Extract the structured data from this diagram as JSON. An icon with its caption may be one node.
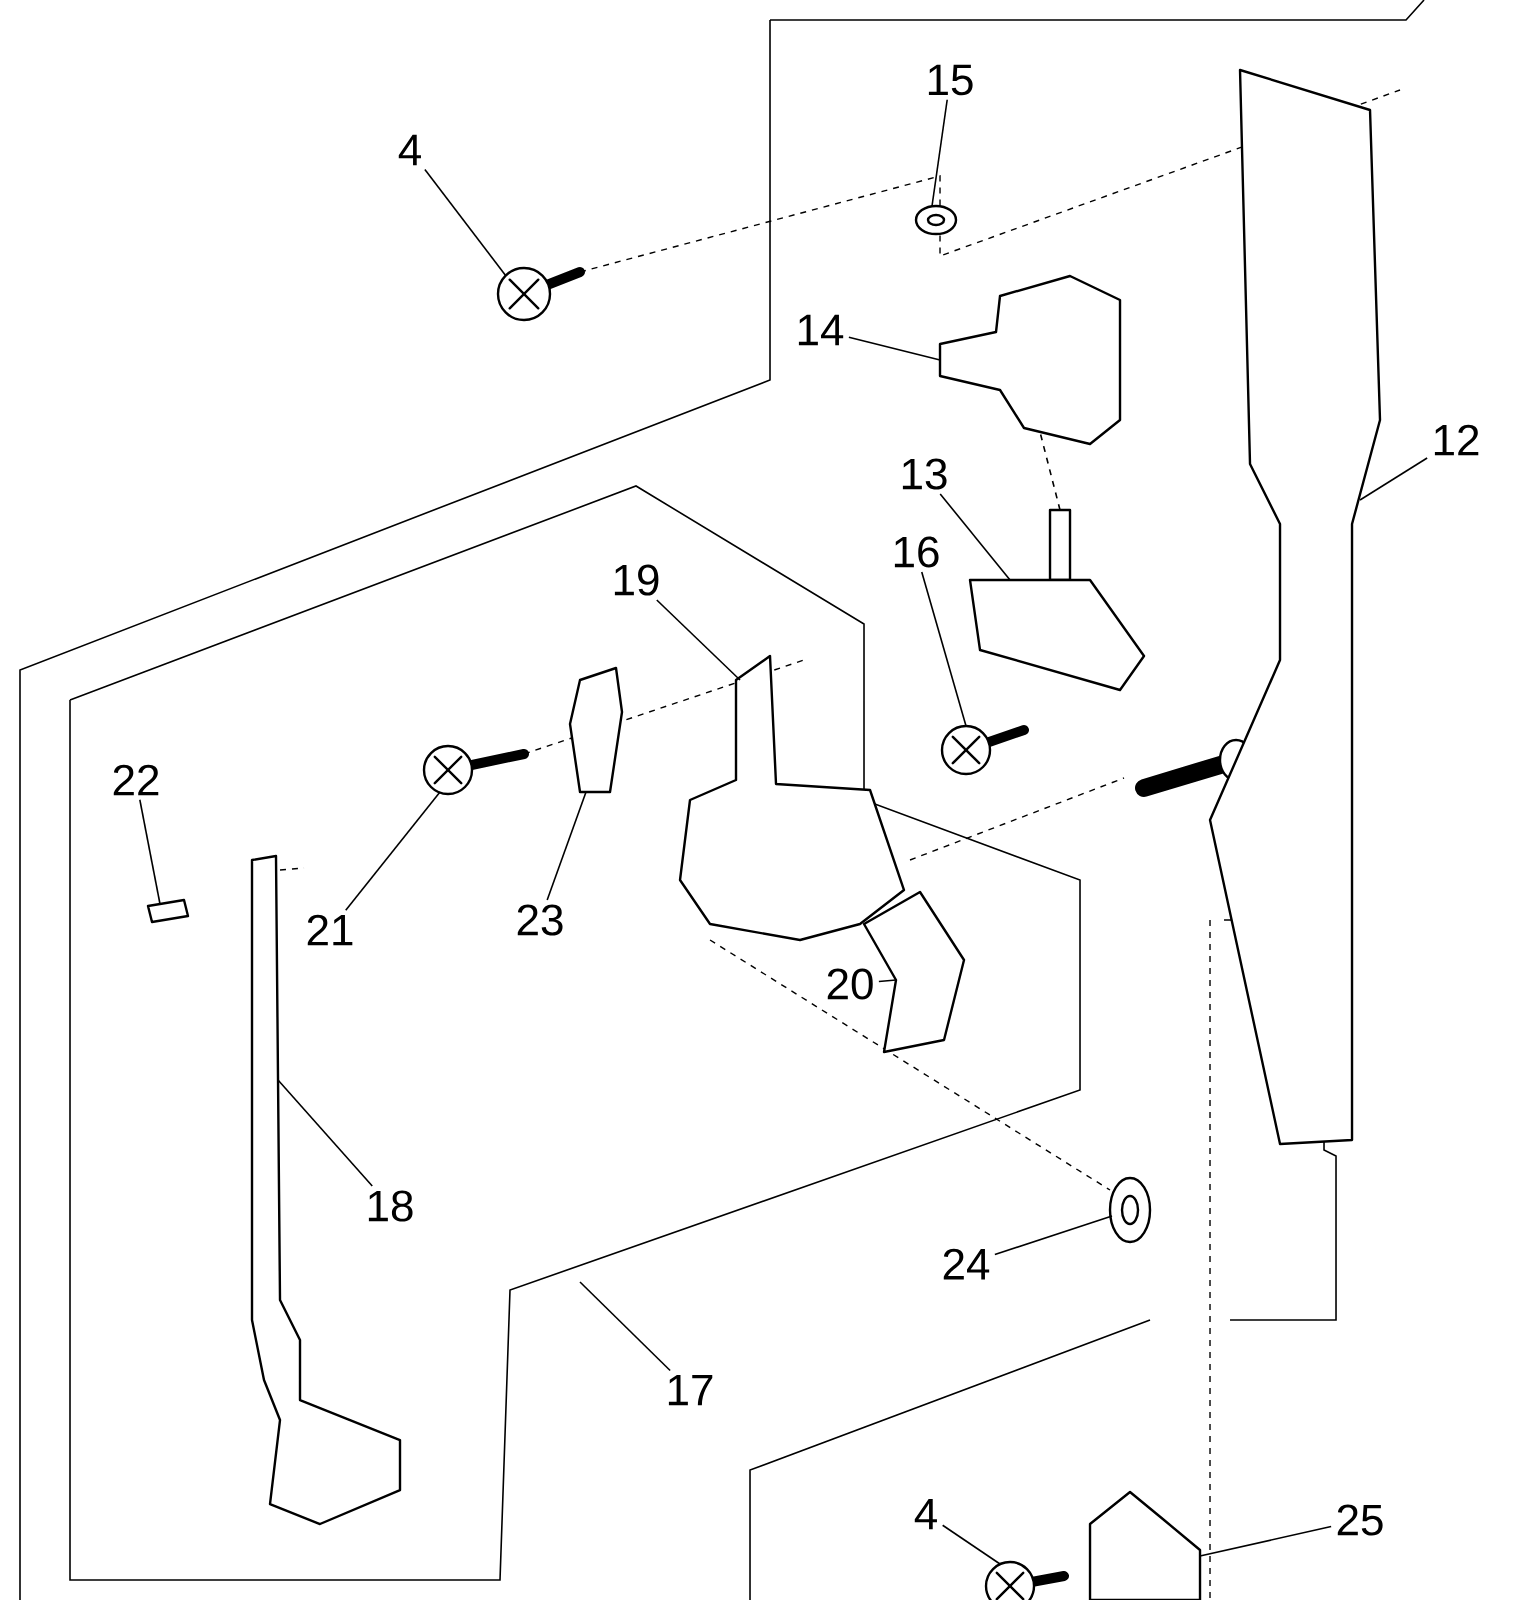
{
  "diagram": {
    "nodes": [
      {
        "text": [
          "4"
        ]
      },
      {
        "text": [],
        "shape": "picture"
      },
      {
        "text": [
          "15"
        ]
      },
      {
        "text": [],
        "shape": "picture"
      },
      {
        "text": [
          "14"
        ]
      },
      {
        "text": [],
        "shape": "picture"
      },
      {
        "text": [
          "13"
        ]
      },
      {
        "text": [],
        "shape": "picture"
      },
      {
        "text": [
          "12"
        ]
      },
      {
        "text": [],
        "shape": "picture"
      },
      {
        "text": [
          "16"
        ]
      },
      {
        "text": [],
        "shape": "picture"
      },
      {
        "text": [
          "19"
        ]
      },
      {
        "text": [],
        "shape": "picture"
      },
      {
        "text": [
          "22"
        ]
      },
      {
        "text": [],
        "shape": "picture"
      },
      {
        "text": [
          "21"
        ]
      },
      {
        "text": [],
        "shape": "picture"
      },
      {
        "text": [
          "23"
        ]
      },
      {
        "text": [],
        "shape": "picture"
      },
      {
        "text": [
          "18"
        ]
      },
      {
        "text": [],
        "shape": "picture"
      },
      {
        "text": [
          "20"
        ]
      },
      {
        "text": [],
        "shape": "picture"
      },
      {
        "text": [
          "24"
        ]
      },
      {
        "text": [],
        "shape": "picture"
      },
      {
        "text": [
          "17"
        ]
      },
      {
        "text": [
          "4"
        ]
      },
      {
        "text": [],
        "shape": "picture"
      },
      {
        "text": [
          "25"
        ]
      },
      {
        "text": [],
        "shape": "picture"
      }
    ],
    "edges": [
      {
        "from": 0,
        "to": 1,
        "arrow": "none"
      },
      {
        "from": 2,
        "to": 3,
        "arrow": "none"
      },
      {
        "from": 4,
        "to": 5,
        "arrow": "none"
      },
      {
        "from": 6,
        "to": 7,
        "arrow": "none"
      },
      {
        "from": 8,
        "to": 9,
        "arrow": "none"
      },
      {
        "from": 10,
        "to": 11,
        "arrow": "none"
      },
      {
        "from": 12,
        "to": 13,
        "arrow": "none"
      },
      {
        "from": 14,
        "to": 15,
        "arrow": "none"
      },
      {
        "from": 16,
        "to": 17,
        "arrow": "none"
      },
      {
        "from": 18,
        "to": 19,
        "arrow": "none"
      },
      {
        "from": 20,
        "to": 21,
        "arrow": "none"
      },
      {
        "from": 22,
        "to": 23,
        "arrow": "none"
      },
      {
        "from": 24,
        "to": 25,
        "arrow": "none"
      },
      {
        "from": 26,
        "to": null,
        "arrow": "none"
      },
      {
        "from": 27,
        "to": 28,
        "arrow": "none"
      },
      {
        "from": 29,
        "to": 30,
        "arrow": "none"
      },
      {
        "from": 5,
        "to": 7,
        "arrow": "none",
        "style": "dashed"
      }
    ]
  }
}
